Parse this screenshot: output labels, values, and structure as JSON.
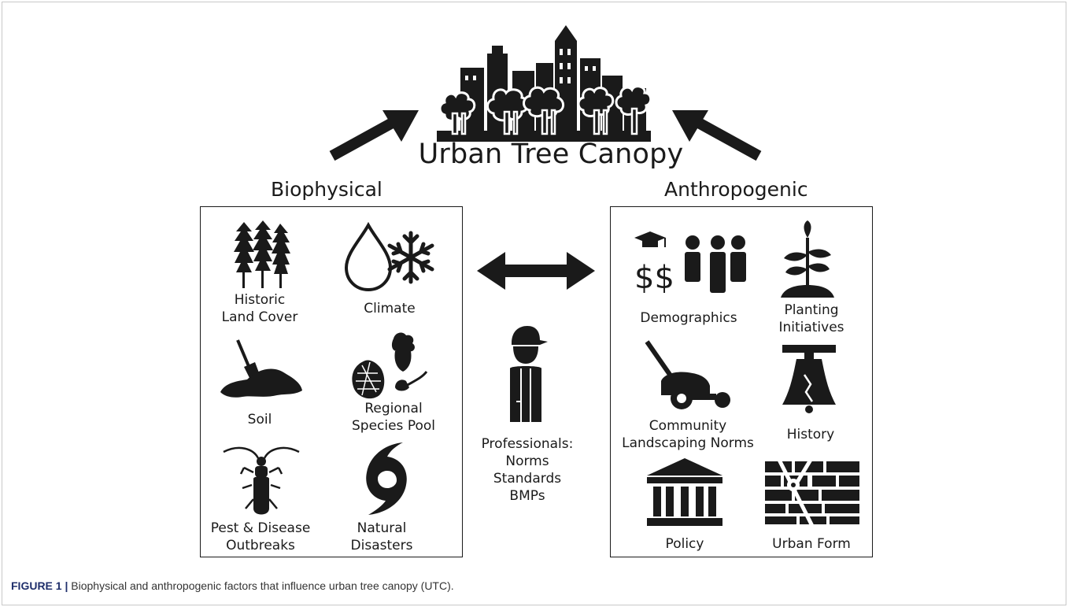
{
  "title": "Urban Tree Canopy",
  "groups": {
    "biophysical": {
      "title": "Biophysical",
      "items": {
        "historic_land_cover": [
          "Historic",
          "Land Cover"
        ],
        "climate": [
          "Climate"
        ],
        "soil": [
          "Soil"
        ],
        "regional_species_pool": [
          "Regional",
          "Species Pool"
        ],
        "pest_disease": [
          "Pest & Disease",
          "Outbreaks"
        ],
        "natural_disasters": [
          "Natural",
          "Disasters"
        ]
      }
    },
    "anthropogenic": {
      "title": "Anthropogenic",
      "items": {
        "demographics": [
          "Demographics"
        ],
        "planting_initiatives": [
          "Planting",
          "Initiatives"
        ],
        "community_landscaping": [
          "Community",
          "Landscaping Norms"
        ],
        "history": [
          "History"
        ],
        "policy": [
          "Policy"
        ],
        "urban_form": [
          "Urban Form"
        ]
      }
    }
  },
  "professionals": [
    "Professionals:",
    "Norms",
    "Standards",
    "BMPs"
  ],
  "icons": {
    "city": "city-skyline-with-trees-icon",
    "demographics_symbols": "$$",
    "colors": {
      "ink": "#1a1a1a",
      "caption_label": "#1f2f6b"
    }
  },
  "caption": {
    "label": "FIGURE 1 |",
    "text": " Biophysical and anthropogenic factors that influence urban tree canopy (UTC)."
  }
}
